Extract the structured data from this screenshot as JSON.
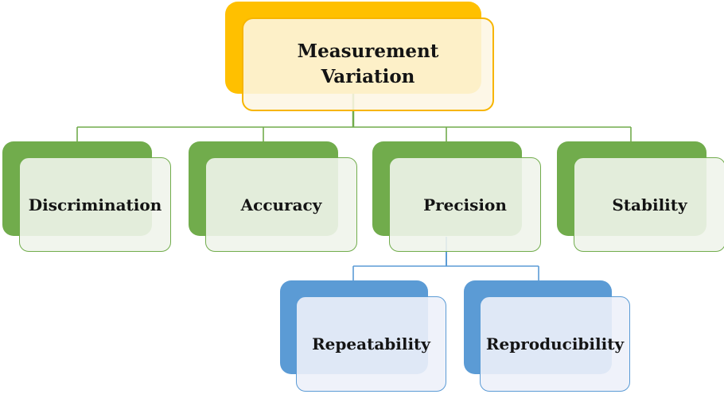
{
  "diagram": {
    "type": "hierarchy",
    "root": {
      "label": "Measurement Variation"
    },
    "children": [
      {
        "label": "Discrimination",
        "children": []
      },
      {
        "label": "Accuracy",
        "children": []
      },
      {
        "label": "Precision",
        "children": [
          {
            "label": "Repeatability"
          },
          {
            "label": "Reproducibility"
          }
        ]
      },
      {
        "label": "Stability",
        "children": []
      }
    ]
  },
  "colors": {
    "background": "#FFFFFF",
    "text": "#141414",
    "root_shadow": "#FFC000",
    "root_fill": "#FDF6E4",
    "root_border": "#F7B500",
    "level1_accent": "#71AC4C",
    "level1_fill": "#F0F4EC",
    "level2_accent": "#5B9BD5",
    "level2_fill": "#EDF1F9"
  }
}
